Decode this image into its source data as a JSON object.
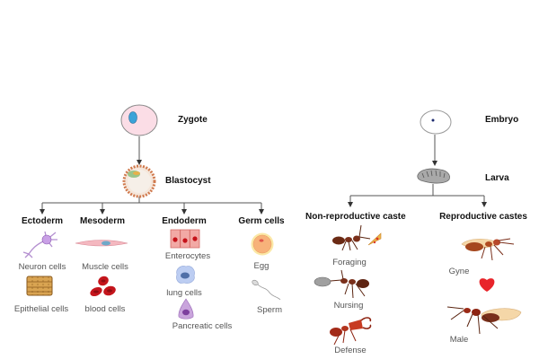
{
  "left_tree": {
    "root": {
      "label": "Zygote",
      "icon": "zygote-cell-icon"
    },
    "second": {
      "label": "Blastocyst",
      "icon": "blastocyst-icon"
    },
    "branches": [
      {
        "label": "Ectoderm",
        "cells": [
          {
            "label": "Neuron cells",
            "icon": "neuron-icon"
          },
          {
            "label": "Epithelial cells",
            "icon": "epithelial-tissue-icon"
          }
        ]
      },
      {
        "label": "Mesoderm",
        "cells": [
          {
            "label": "Muscle cells",
            "icon": "muscle-cell-icon"
          },
          {
            "label": "blood cells",
            "icon": "red-blood-cells-icon"
          }
        ]
      },
      {
        "label": "Endoderm",
        "cells": [
          {
            "label": "Enterocytes",
            "icon": "enterocytes-icon"
          },
          {
            "label": "lung cells",
            "icon": "lung-cell-icon"
          },
          {
            "label": "Pancreatic cells",
            "icon": "pancreatic-cell-icon"
          }
        ]
      },
      {
        "label": "Germ cells",
        "cells": [
          {
            "label": "Egg",
            "icon": "egg-cell-icon"
          },
          {
            "label": "Sperm",
            "icon": "sperm-icon"
          }
        ]
      }
    ]
  },
  "right_tree": {
    "root": {
      "label": "Embryo",
      "icon": "embryo-icon"
    },
    "second": {
      "label": "Larva",
      "icon": "larva-icon"
    },
    "branches": [
      {
        "label": "Non-reproductive caste",
        "cells": [
          {
            "label": "Foraging",
            "icon": "foraging-ant-icon"
          },
          {
            "label": "Nursing",
            "icon": "nursing-ant-icon"
          },
          {
            "label": "Defense",
            "icon": "defense-ant-icon"
          }
        ]
      },
      {
        "label": "Reproductive castes",
        "cells": [
          {
            "label": "Gyne",
            "icon": "winged-gyne-ant-icon"
          },
          {
            "label": "Male",
            "icon": "winged-male-ant-icon"
          }
        ]
      }
    ],
    "between_icon": "heart-icon"
  },
  "colors": {
    "line": "#555555",
    "zygote_fill": "#fbdde6",
    "nucleus": "#3aa3d8",
    "heart": "#e8242a",
    "ant_body": "#7a2f1a",
    "defense_ant": "#c73b22",
    "wing": "#f5d7a8"
  }
}
